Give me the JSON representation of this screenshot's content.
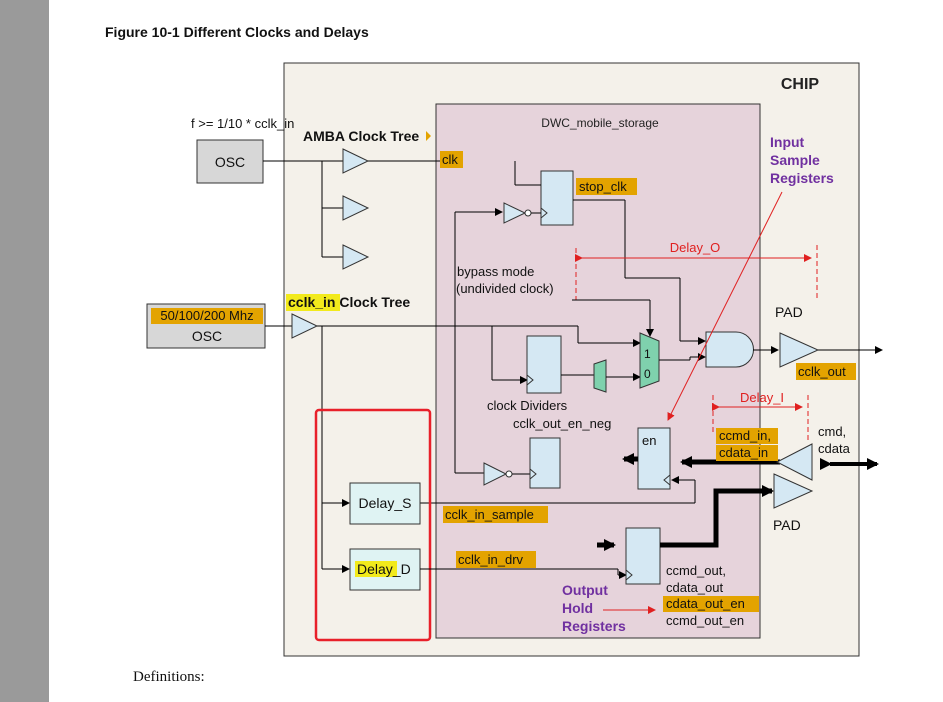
{
  "figure_title": "Figure 10-1   Different Clocks and Delays",
  "footer_text": "Definitions:",
  "labels": {
    "chip": "CHIP",
    "module": "DWC_mobile_storage",
    "freq_rule": "f >= 1/10 * cclk_in",
    "osc1": "OSC",
    "amba_tree": "AMBA Clock Tree",
    "clk": "clk",
    "osc2_freq": "50/100/200 Mhz",
    "osc2": "OSC",
    "cclk_in_tree_hl": "cclk_in",
    "cclk_in_tree": " Clock Tree",
    "stop_clk": "stop_clk",
    "delay_o": "Delay_O",
    "bypass_line1": "bypass mode",
    "bypass_line2": "(undivided clock)",
    "mux_1": "1",
    "mux_0": "0",
    "clock_dividers": "clock Dividers",
    "cclk_out_en_neg": "cclk_out_en_neg",
    "en": "en",
    "pad_top": "PAD",
    "cclk_out": "cclk_out",
    "delay_i": "Delay_I",
    "ccmd_in": "ccmd_in,",
    "cdata_in": "cdata_in",
    "cmd": "cmd,",
    "cdata": "cdata",
    "delay_s": "Delay_S",
    "delay_d_hl": "Delay",
    "delay_d_rest": "_D",
    "cclk_in_sample": "cclk_in_sample",
    "cclk_in_drv": "cclk_in_drv",
    "pad_bottom": "PAD",
    "input_sample_1": "Input",
    "input_sample_2": "Sample",
    "input_sample_3": "Registers",
    "output_hold_1": "Output",
    "output_hold_2": "Hold",
    "output_hold_3": "Registers",
    "ccmd_out": "ccmd_out,",
    "cdata_out": "cdata_out",
    "cdata_out_en": "cdata_out_en",
    "ccmd_out_en": "ccmd_out_en"
  },
  "colors": {
    "chip_bg": "#f4f1ea",
    "module_bg": "#e6d3db",
    "block_fill": "#d5e8f3",
    "mux_fill": "#7fd1ad",
    "highlight_orange": "#e3a300",
    "highlight_yellow": "#f2ea1c",
    "annotation_purple": "#7030a0",
    "dimension_red": "#e02020",
    "selection_red": "#e8202a"
  }
}
